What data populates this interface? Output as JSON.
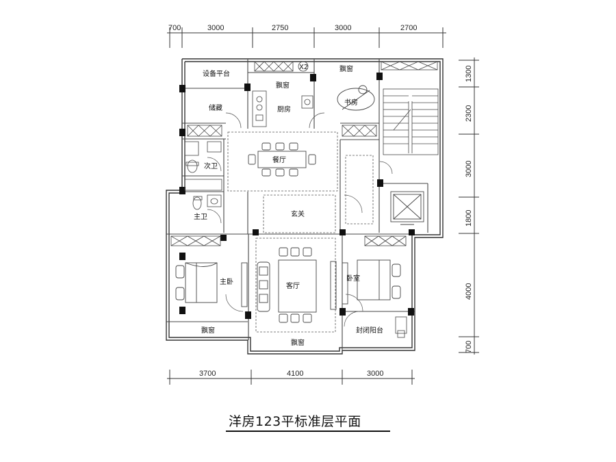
{
  "title": "洋房123平标准层平面",
  "dimensions": {
    "top": [
      "700",
      "3000",
      "2750",
      "3000",
      "2700"
    ],
    "right": [
      "1300",
      "2300",
      "3000",
      "1800",
      "4000",
      "700"
    ],
    "bottom": [
      "3700",
      "4100",
      "3000"
    ]
  },
  "rooms": {
    "equipment_platform": "设备平台",
    "bay_window_top_1": "飘窗",
    "bay_window_top_2": "飘窗",
    "storage": "储藏",
    "kitchen": "厨房",
    "study": "书房",
    "dining": "餐厅",
    "second_bath": "次卫",
    "master_bath": "主卫",
    "foyer": "玄关",
    "master_bedroom": "主卧",
    "living_room": "客厅",
    "bedroom": "卧室",
    "bay_window_bottom_1": "飘窗",
    "bay_window_bottom_2": "飘窗",
    "enclosed_balcony": "封闭阳台",
    "stair_marker": "X2"
  }
}
